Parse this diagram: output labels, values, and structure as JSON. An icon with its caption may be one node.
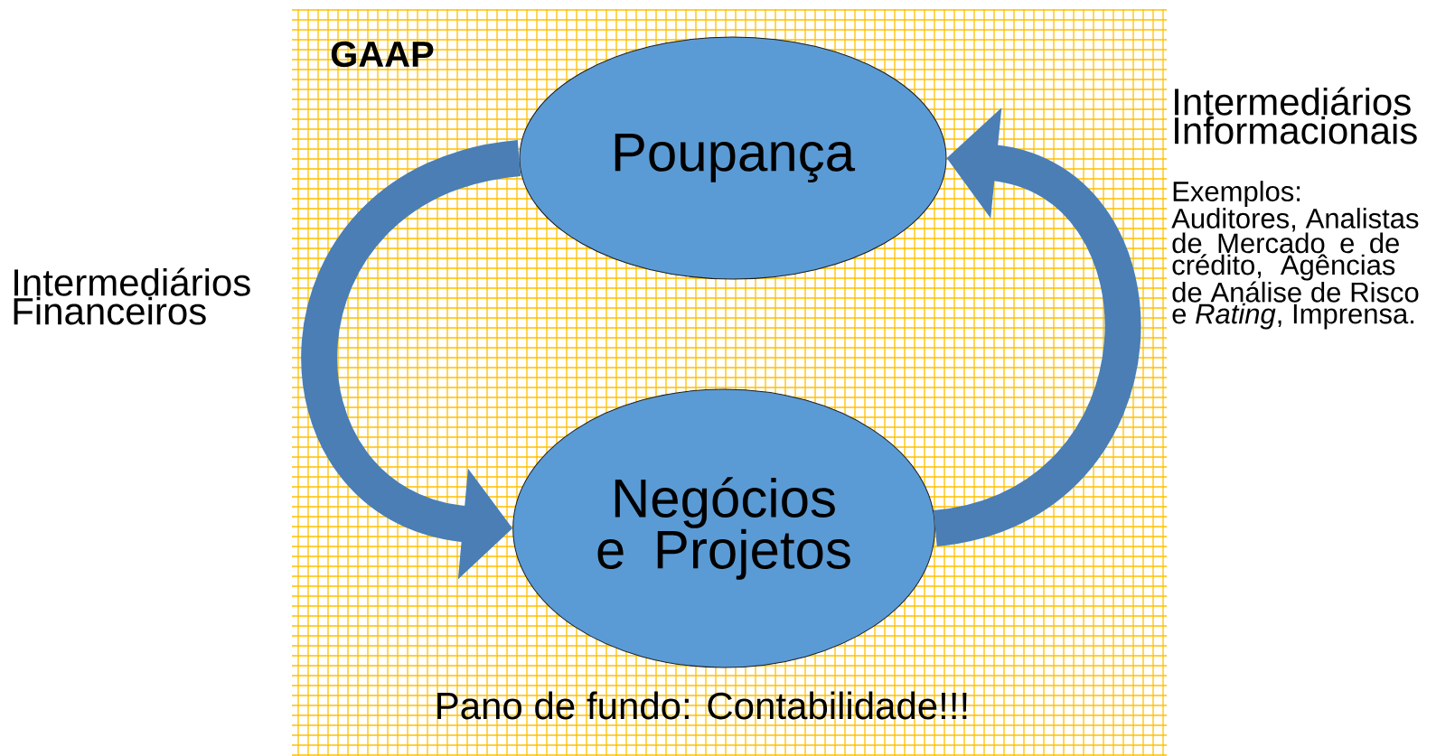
{
  "diagram": {
    "nodes": [
      {
        "text": [
          "GAAP",
          "Pano de fundo: Contabilidade!!!"
        ]
      },
      {
        "text": [
          "Poupança"
        ],
        "in": 0
      },
      {
        "text": [
          "Negócios e Projetos"
        ],
        "in": 0
      }
    ],
    "edges": [
      {
        "from": 1,
        "to": 2,
        "arrow": "to",
        "label": "Intermediários Financeiros"
      },
      {
        "from": 2,
        "to": 1,
        "arrow": "to",
        "label": "Intermediários Informacionais"
      }
    ],
    "labels": [
      "Exemplos: Auditores, Analistas de Mercado e de crédito, Agências de Análise de Risco e *Rating*, Imprensa."
    ]
  }
}
